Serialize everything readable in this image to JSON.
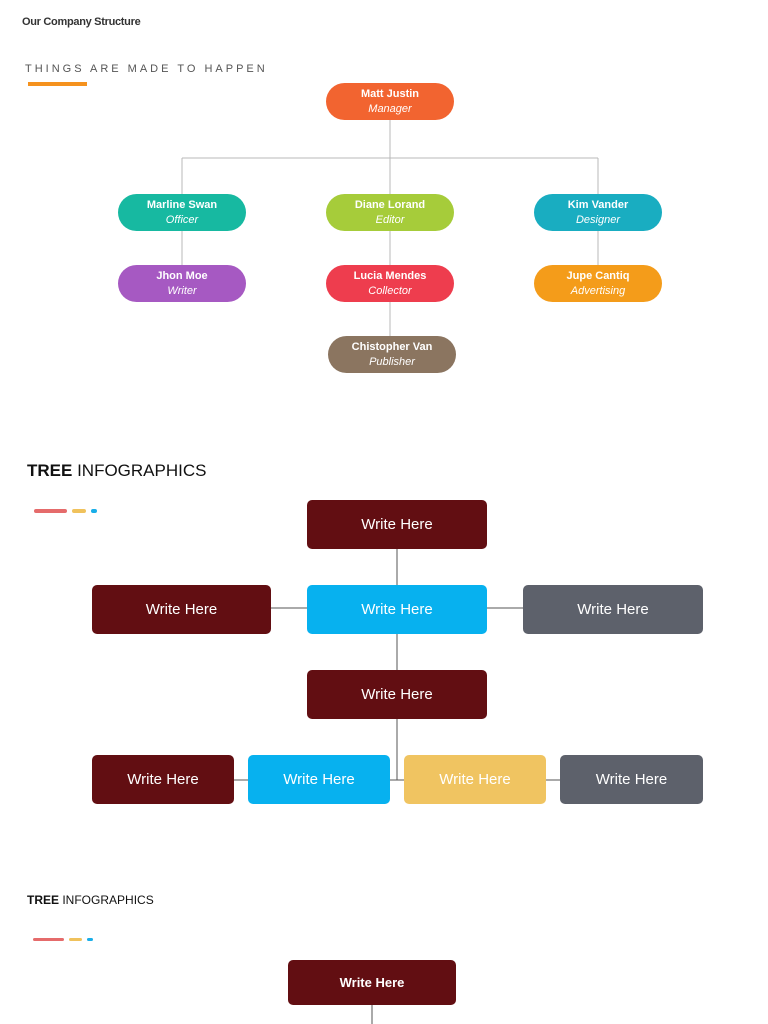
{
  "header": {
    "doc_title": "Our Company Structure",
    "tagline": "THINGS ARE MADE TO HAPPEN"
  },
  "org_chart": {
    "manager": {
      "name": "Matt Justin",
      "role": "Manager",
      "color": "#f26430"
    },
    "officer": {
      "name": "Marline Swan",
      "role": "Officer",
      "color": "#17b9a1"
    },
    "editor": {
      "name": "Diane Lorand",
      "role": "Editor",
      "color": "#a6cc3a"
    },
    "designer": {
      "name": "Kim Vander",
      "role": "Designer",
      "color": "#19adc1"
    },
    "writer": {
      "name": "Jhon Moe",
      "role": "Writer",
      "color": "#a659c2"
    },
    "collector": {
      "name": "Lucia Mendes",
      "role": "Collector",
      "color": "#ee3d4e"
    },
    "advertising": {
      "name": "Jupe Cantiq",
      "role": "Advertising",
      "color": "#f49c1a"
    },
    "publisher": {
      "name": "Chistopher Van",
      "role": "Publisher",
      "color": "#8b7560"
    }
  },
  "tree1": {
    "title_bold": "TREE",
    "title_rest": " INFOGRAPHICS",
    "dashes": [
      "#e56b6b",
      "#f0c25c",
      "#19aee8"
    ],
    "boxes": {
      "top": {
        "label": "Write Here",
        "color": "#620e12"
      },
      "mid_left": {
        "label": "Write Here",
        "color": "#620e12"
      },
      "mid_center": {
        "label": "Write Here",
        "color": "#07b1ef"
      },
      "mid_right": {
        "label": "Write Here",
        "color": "#5d616b"
      },
      "lower": {
        "label": "Write Here",
        "color": "#620e12"
      },
      "bottom_1": {
        "label": "Write Here",
        "color": "#620e12"
      },
      "bottom_2": {
        "label": "Write Here",
        "color": "#07b1ef"
      },
      "bottom_3": {
        "label": "Write Here",
        "color": "#f0c461"
      },
      "bottom_4": {
        "label": "Write Here",
        "color": "#5d616b"
      }
    }
  },
  "tree2": {
    "title_bold": "TREE",
    "title_rest": " INFOGRAPHICS",
    "dashes": [
      "#e56b6b",
      "#f0c25c",
      "#19aee8"
    ],
    "top_box": {
      "label": "Write Here",
      "color": "#620e12"
    }
  }
}
